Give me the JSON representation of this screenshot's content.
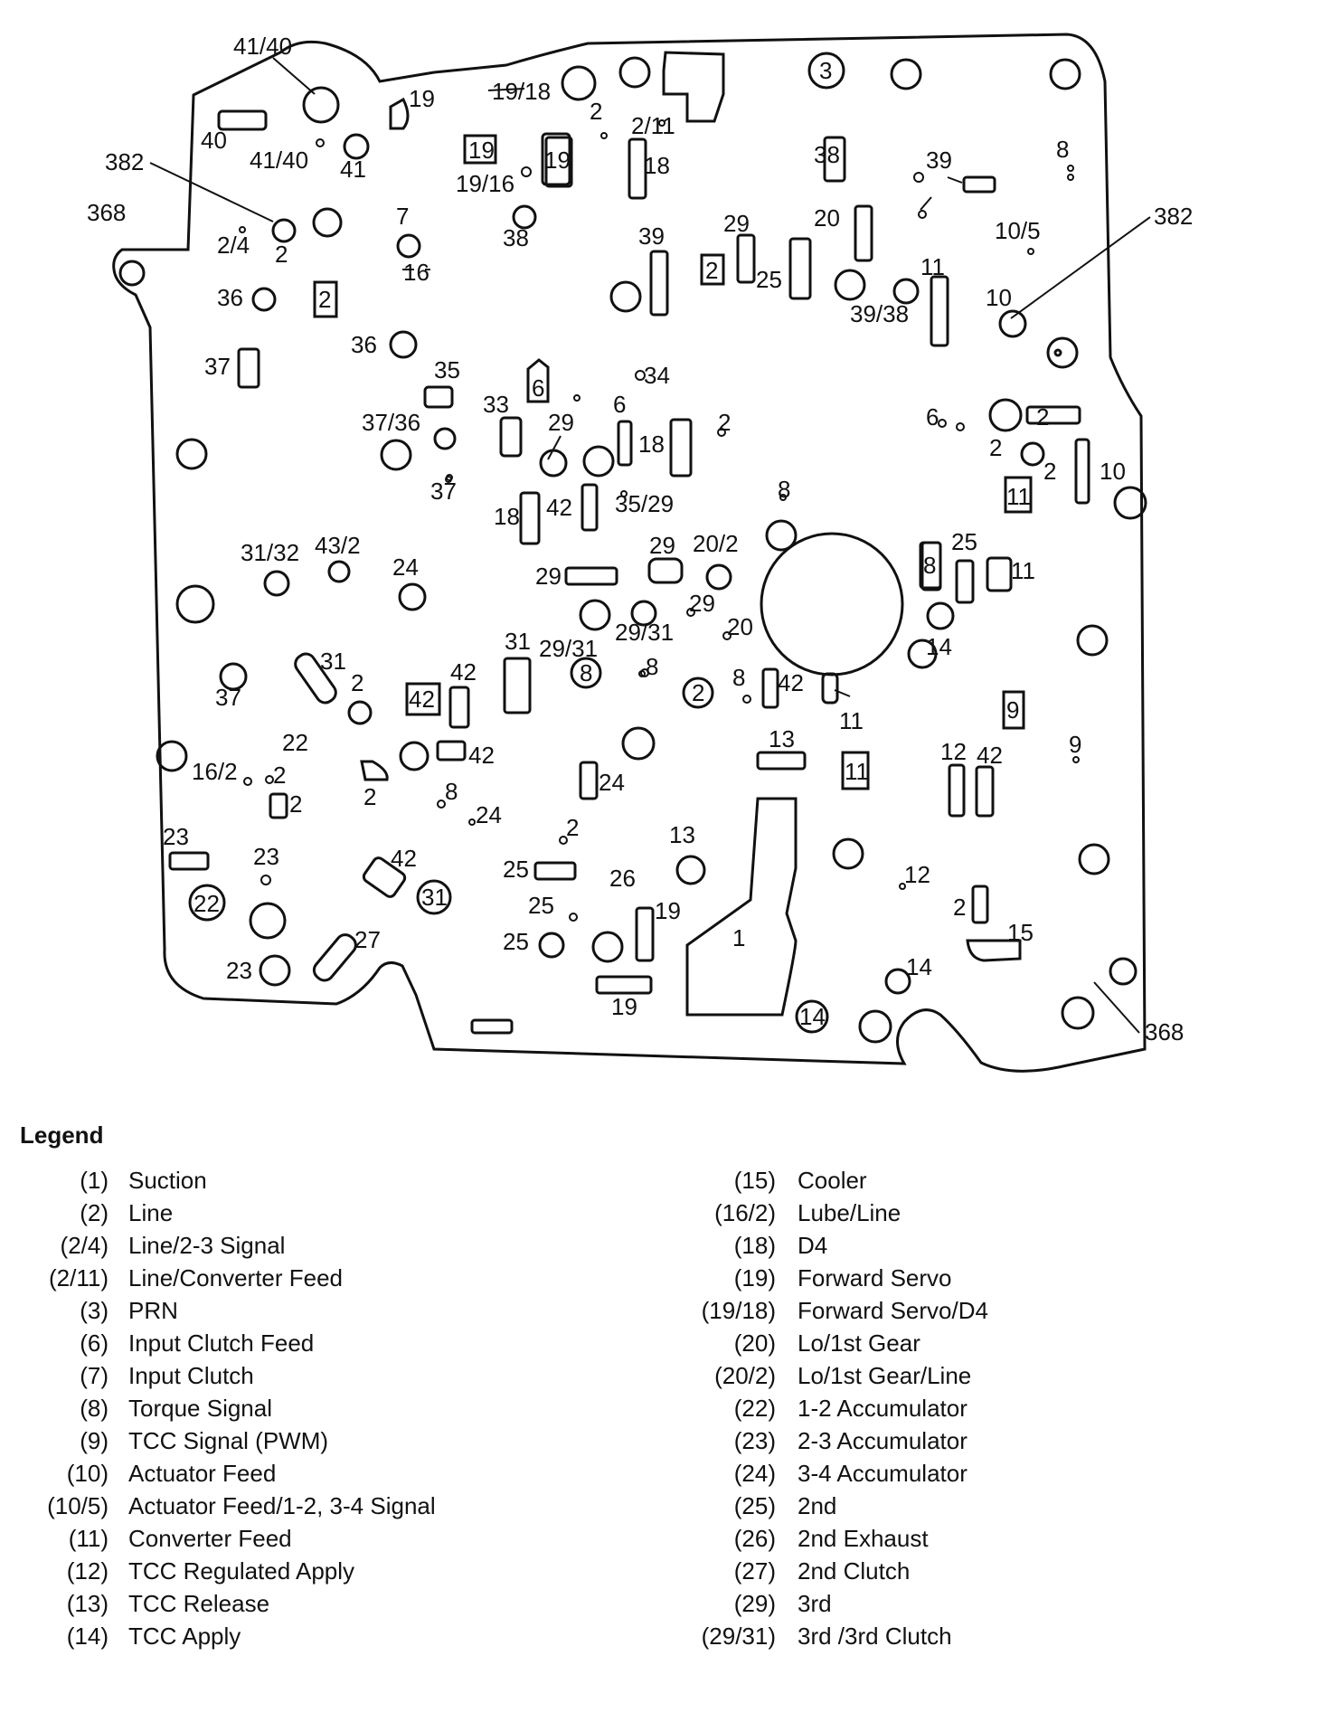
{
  "diagram": {
    "labels": [
      "41/40",
      "19",
      "19/18",
      "2",
      "3",
      "41/40",
      "41",
      "2",
      "2/11",
      "18",
      "38",
      "39",
      "8",
      "382",
      "368",
      "7",
      "2/4",
      "19/16",
      "38",
      "20",
      "10/5",
      "382",
      "36",
      "2",
      "16",
      "39",
      "29",
      "2",
      "25",
      "11",
      "39/38",
      "10",
      "36",
      "37",
      "35",
      "6",
      "34",
      "33",
      "29",
      "6",
      "18",
      "2",
      "6",
      "2",
      "37/36",
      "37",
      "18",
      "42",
      "35/29",
      "8",
      "2",
      "10",
      "2",
      "31/32",
      "43/2",
      "24",
      "29",
      "20/2",
      "29",
      "25",
      "11",
      "29",
      "29/31",
      "29",
      "20",
      "14",
      "31",
      "29/31",
      "8",
      "37",
      "31",
      "2",
      "42",
      "42",
      "8",
      "42",
      "11",
      "9",
      "22",
      "16/2",
      "2",
      "42",
      "2",
      "13",
      "12",
      "42",
      "2",
      "8",
      "24",
      "24",
      "11",
      "2",
      "23",
      "23",
      "42",
      "13",
      "25",
      "26",
      "25",
      "12",
      "22",
      "31",
      "19",
      "15",
      "2",
      "25",
      "27",
      "1",
      "14",
      "23",
      "19",
      "14",
      "368",
      "19",
      "40"
    ],
    "boxed_labels": [
      "19",
      "19",
      "2",
      "2",
      "6",
      "11",
      "8",
      "42",
      "11",
      "9"
    ],
    "circled_labels": [
      "3",
      "8",
      "2",
      "22",
      "31",
      "14"
    ]
  },
  "legend": {
    "title": "Legend",
    "left": [
      {
        "code": "(1)",
        "desc": "Suction"
      },
      {
        "code": "(2)",
        "desc": "Line"
      },
      {
        "code": "(2/4)",
        "desc": "Line/2-3 Signal"
      },
      {
        "code": "(2/11)",
        "desc": "Line/Converter Feed"
      },
      {
        "code": "(3)",
        "desc": "PRN"
      },
      {
        "code": "(6)",
        "desc": "Input Clutch Feed"
      },
      {
        "code": "(7)",
        "desc": "Input Clutch"
      },
      {
        "code": "(8)",
        "desc": "Torque Signal"
      },
      {
        "code": "(9)",
        "desc": "TCC Signal (PWM)"
      },
      {
        "code": "(10)",
        "desc": "Actuator Feed"
      },
      {
        "code": "(10/5)",
        "desc": "Actuator Feed/1-2, 3-4 Signal"
      },
      {
        "code": "(11)",
        "desc": "Converter Feed"
      },
      {
        "code": "(12)",
        "desc": "TCC Regulated Apply"
      },
      {
        "code": "(13)",
        "desc": "TCC Release"
      },
      {
        "code": "(14)",
        "desc": "TCC Apply"
      }
    ],
    "right": [
      {
        "code": "(15)",
        "desc": "Cooler"
      },
      {
        "code": "(16/2)",
        "desc": "Lube/Line"
      },
      {
        "code": "(18)",
        "desc": "D4"
      },
      {
        "code": "(19)",
        "desc": "Forward Servo"
      },
      {
        "code": "(19/18)",
        "desc": "Forward Servo/D4"
      },
      {
        "code": "(20)",
        "desc": "Lo/1st  Gear"
      },
      {
        "code": "(20/2)",
        "desc": "Lo/1st Gear/Line"
      },
      {
        "code": "(22)",
        "desc": "1-2 Accumulator"
      },
      {
        "code": "(23)",
        "desc": "2-3 Accumulator"
      },
      {
        "code": "(24)",
        "desc": "3-4 Accumulator"
      },
      {
        "code": "(25)",
        "desc": "2nd"
      },
      {
        "code": "(26)",
        "desc": "2nd Exhaust"
      },
      {
        "code": "(27)",
        "desc": "2nd Clutch"
      },
      {
        "code": "(29)",
        "desc": "3rd"
      },
      {
        "code": "(29/31)",
        "desc": "3rd /3rd Clutch"
      }
    ]
  }
}
